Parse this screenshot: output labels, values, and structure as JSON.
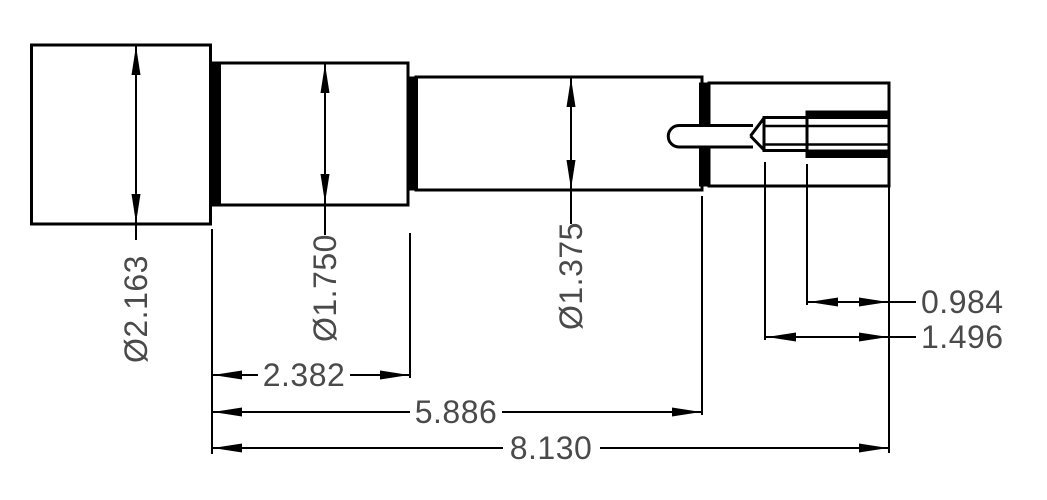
{
  "drawing": {
    "type": "engineering-dimension-drawing",
    "subject": "stepped shaft side view",
    "dims": {
      "dia_large": "Ø2.163",
      "dia_mid": "Ø1.750",
      "dia_small": "Ø1.375",
      "len_second_section": "2.382",
      "len_to_nose": "5.886",
      "len_overall": "8.130",
      "len_stud_outer": "0.984",
      "len_stud_total": "1.496"
    },
    "colors": {
      "line": "#000000",
      "text": "#4a4a4a",
      "background": "#ffffff"
    }
  }
}
